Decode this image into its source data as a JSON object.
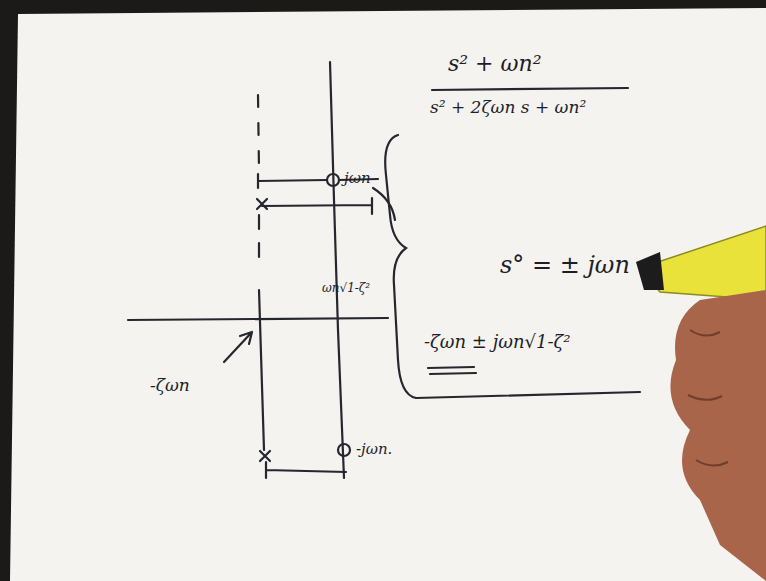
{
  "diagram": {
    "labels": [
      "jωn",
      "-jωn.",
      "-ζωn",
      "ωn√1-ζ²",
      "s² + ωn²",
      "s² + 2ζωn s + ωn²",
      "s° = ± jωn",
      "-ζωn ± jωn√1-ζ²"
    ]
  }
}
